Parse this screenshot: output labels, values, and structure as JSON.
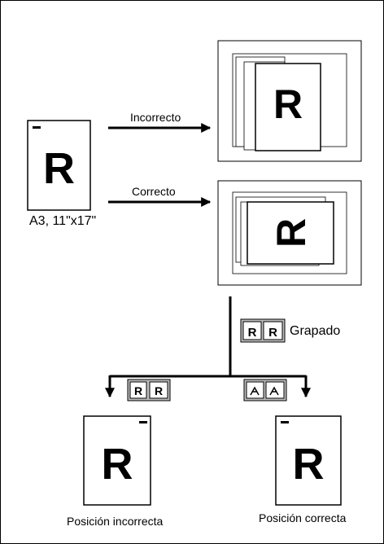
{
  "paper_size_label": "A3, 11\"x17\"",
  "arrow_incorrect_label": "Incorrecto",
  "arrow_correct_label": "Correcto",
  "staple_label": "Grapado",
  "sheet_letter": "R",
  "result_incorrect_caption": "Posición incorrecta",
  "result_correct_caption": "Posición correcta"
}
